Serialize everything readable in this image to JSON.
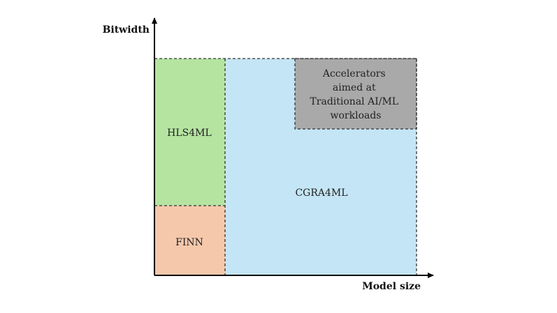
{
  "axes": {
    "y_label": "Bitwidth",
    "x_label": "Model size"
  },
  "regions": {
    "hls4ml": {
      "label": "HLS4ML",
      "color": "#b5e4a1"
    },
    "finn": {
      "label": "FINN",
      "color": "#f5c8ac"
    },
    "cgra4ml": {
      "label": "CGRA4ML",
      "color": "#c4e5f5"
    },
    "accelerators": {
      "lines": [
        "Accelerators",
        "aimed at",
        "Traditional AI/ML",
        "workloads"
      ],
      "color": "#a9a9a9"
    }
  },
  "colors": {
    "axis": "#000000",
    "dashed_border": "#333333"
  }
}
